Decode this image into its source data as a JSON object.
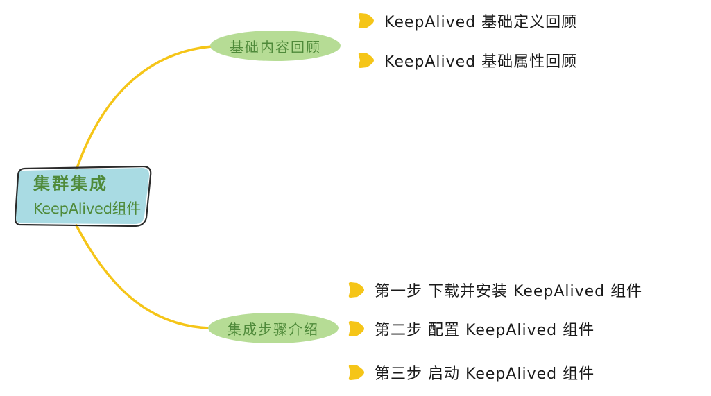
{
  "root": {
    "line1": "集群集成",
    "line2": "KeepAlived组件"
  },
  "branches": [
    {
      "label": "基础内容回顾",
      "leaves": [
        {
          "label": "KeepAlived 基础定义回顾"
        },
        {
          "label": "KeepAlived 基础属性回顾"
        }
      ]
    },
    {
      "label": "集成步骤介绍",
      "leaves": [
        {
          "label": "第一步 下载并安装 KeepAlived 组件"
        },
        {
          "label": "第二步 配置 KeepAlived 组件"
        },
        {
          "label": "第三步 启动 KeepAlived 组件"
        }
      ]
    }
  ],
  "colors": {
    "connector": "#f5c518",
    "branch_fill": "#b6dc95",
    "root_fill": "#a9dbe3",
    "root_text": "#4f8a3a",
    "bullet": "#f5c518"
  }
}
